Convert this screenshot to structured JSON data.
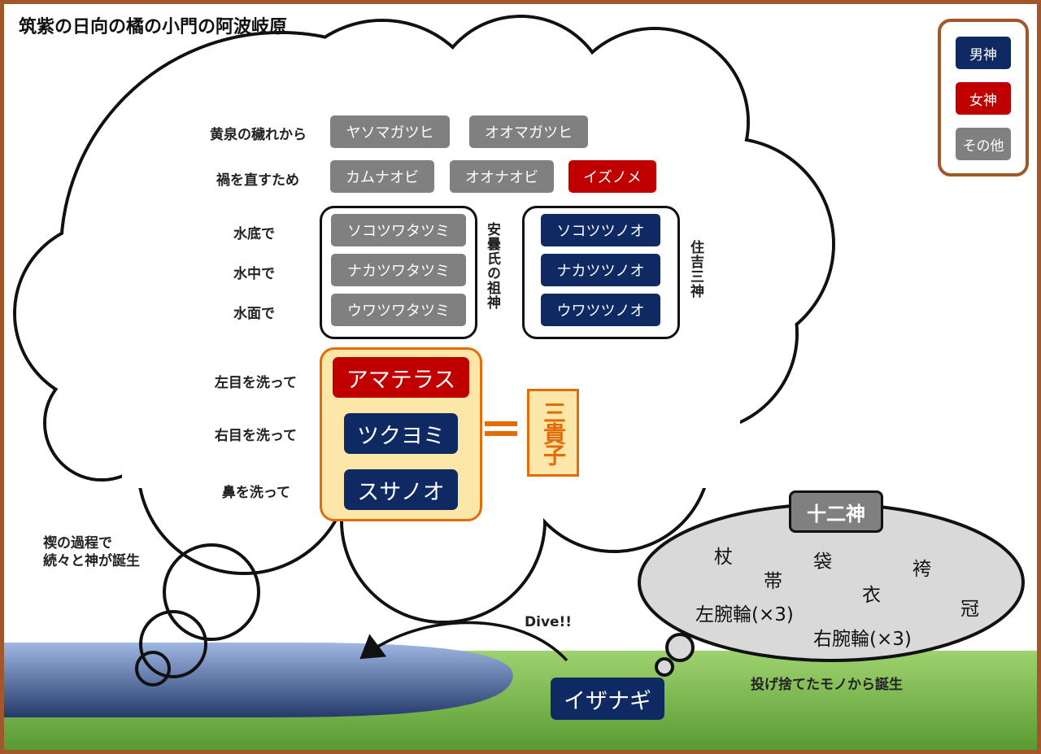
{
  "title": "筑紫の日向の橘の小門の阿波岐原",
  "legend": {
    "male": "男神",
    "female": "女神",
    "other": "その他"
  },
  "colors": {
    "male": "#0f2a63",
    "female": "#c00000",
    "other": "#808080",
    "frame": "#a0582a",
    "sanki": "#e26b0a",
    "sanki_fill": "#fde7a8"
  },
  "rows": {
    "yomi": {
      "label": "黄泉の穢れから",
      "gods": [
        "ヤソマガツヒ",
        "オオマガツヒ"
      ]
    },
    "naosu": {
      "label": "禍を直すため",
      "gods": [
        "カムナオビ",
        "オオナオビ",
        "イズノメ"
      ]
    },
    "sokode": "水底で",
    "nakade": "水中で",
    "omode": "水面で"
  },
  "watatsumi": {
    "gods": [
      "ソコツワタツミ",
      "ナカツワタツミ",
      "ウワツワタツミ"
    ],
    "group_label": "安曇氏の祖神"
  },
  "tsutsunoo": {
    "gods": [
      "ソコツツノオ",
      "ナカツツノオ",
      "ウワツツノオ"
    ],
    "group_label": "住吉三神"
  },
  "eyes": {
    "left_label": "左目を洗って",
    "right_label": "右目を洗って",
    "nose_label": "鼻を洗って",
    "gods": [
      "アマテラス",
      "ツクヨミ",
      "スサノオ"
    ]
  },
  "equals": "＝",
  "sanki": "三貴子",
  "note_left": [
    "禊の過程で",
    "続々と神が誕生"
  ],
  "juni": {
    "title": "十二神",
    "items": [
      "杖",
      "帯",
      "袋",
      "衣",
      "袴",
      "冠",
      "左腕輪(×3)",
      "右腕輪(×3)"
    ],
    "caption": "投げ捨てたモノから誕生"
  },
  "dive": "Dive!!",
  "izanagi": "イザナギ"
}
